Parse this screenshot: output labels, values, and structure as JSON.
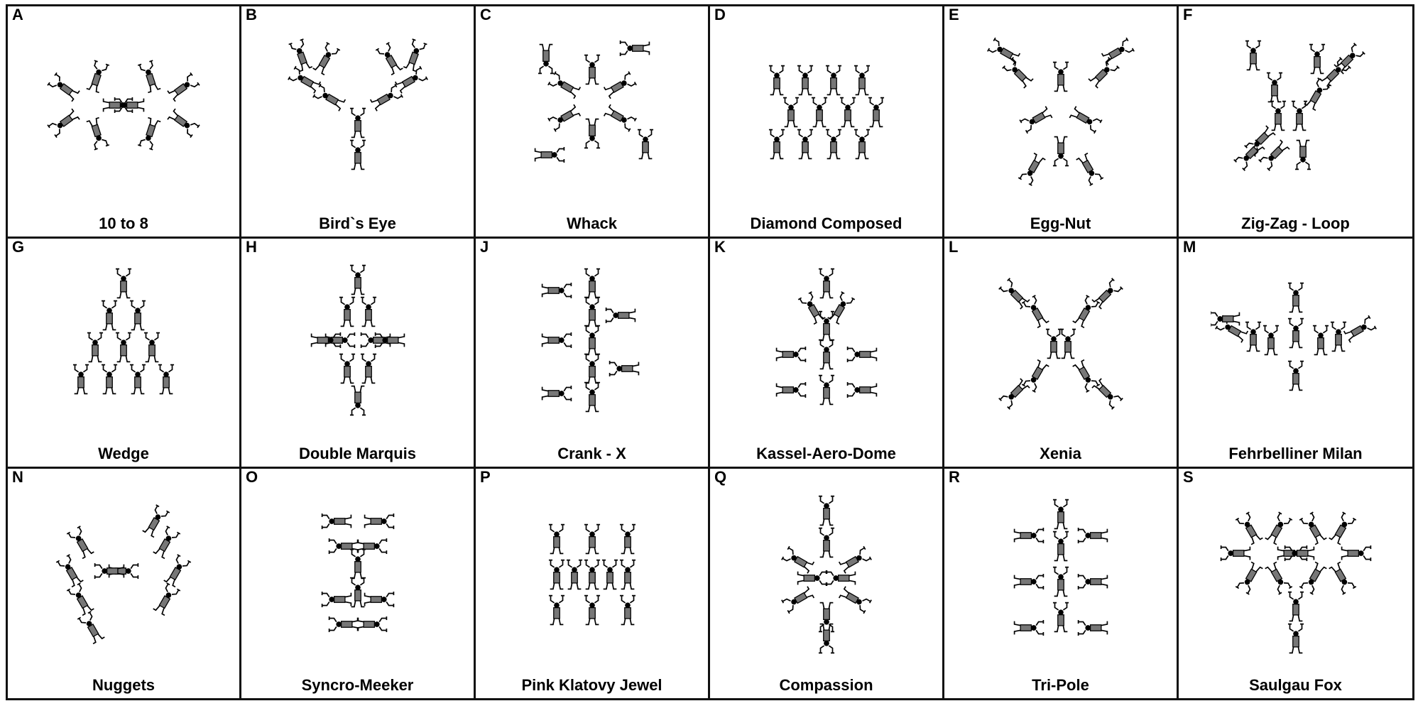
{
  "cells": [
    {
      "letter": "A",
      "name": "10 to 8",
      "art": "ring-pair"
    },
    {
      "letter": "B",
      "name": "Bird`s Eye",
      "art": "y-branch"
    },
    {
      "letter": "C",
      "name": "Whack",
      "art": "loop-arms"
    },
    {
      "letter": "D",
      "name": "Diamond Composed",
      "art": "columns"
    },
    {
      "letter": "E",
      "name": "Egg-Nut",
      "art": "triangle"
    },
    {
      "letter": "F",
      "name": "Zig-Zag - Loop",
      "art": "zigzag"
    },
    {
      "letter": "G",
      "name": "Wedge",
      "art": "pyramid"
    },
    {
      "letter": "H",
      "name": "Double Marquis",
      "art": "marquis"
    },
    {
      "letter": "J",
      "name": "Crank - X",
      "art": "crank"
    },
    {
      "letter": "K",
      "name": "Kassel-Aero-Dome",
      "art": "dome"
    },
    {
      "letter": "L",
      "name": "Xenia",
      "art": "xenia"
    },
    {
      "letter": "M",
      "name": "Fehrbelliner Milan",
      "art": "milan"
    },
    {
      "letter": "N",
      "name": "Nuggets",
      "art": "nuggets"
    },
    {
      "letter": "O",
      "name": "Syncro-Meeker",
      "art": "syncro"
    },
    {
      "letter": "P",
      "name": "Pink Klatovy Jewel",
      "art": "jewel"
    },
    {
      "letter": "Q",
      "name": "Compassion",
      "art": "compass"
    },
    {
      "letter": "R",
      "name": "Tri-Pole",
      "art": "tripole"
    },
    {
      "letter": "S",
      "name": "Saulgau Fox",
      "art": "fox"
    }
  ]
}
